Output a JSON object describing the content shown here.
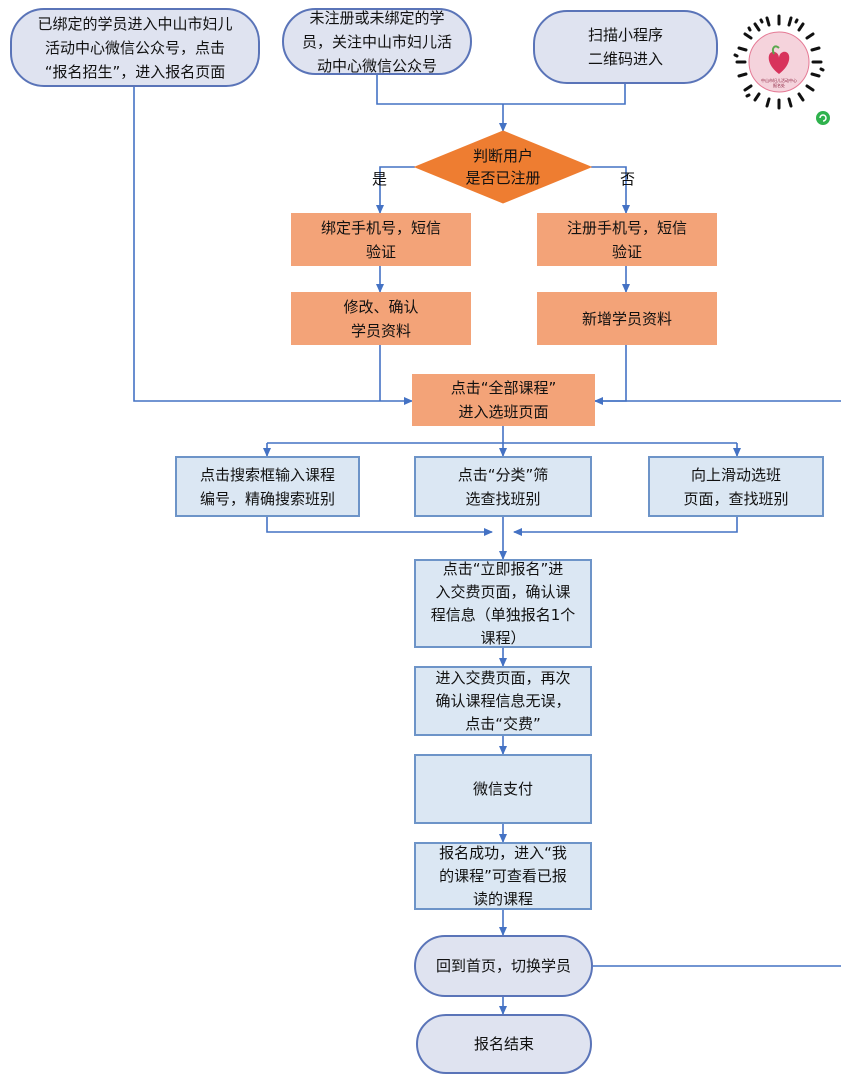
{
  "start": {
    "bound_user": "已绑定的学员进入中山市妇儿\n活动中心微信公众号，点击\n“报名招生”，进入报名页面",
    "unregistered_user": "未注册或未绑定的学\n员，关注中山市妇儿活\n动中心微信公众号",
    "scan_qr": "扫描小程序\n二维码进入"
  },
  "decision": {
    "question": "判断用户\n是否已注册",
    "yes": "是",
    "no": "否"
  },
  "yes_branch": {
    "bind_phone": "绑定手机号，短信\n验证",
    "modify_info": "修改、确认\n学员资料"
  },
  "no_branch": {
    "register_phone": "注册手机号，短信\n验证",
    "add_student": "新增学员资料"
  },
  "all_courses": "点击“全部课程”\n进入选班页面",
  "search_options": {
    "search_box": "点击搜索框输入课程\n编号，精确搜索班别",
    "category_filter": "点击“分类”筛\n选查找班别",
    "scroll_up": "向上滑动选班\n页面，查找班别"
  },
  "steps": {
    "apply_now": "点击“立即报名”进\n入交费页面，确认课\n程信息（单独报名1个\n课程）",
    "confirm_pay": "进入交费页面，再次\n确认课程信息无误，\n点击“交费”",
    "wechat_pay": "微信支付",
    "success": "报名成功，进入“我\n的课程”可查看已报\n读的课程"
  },
  "end": {
    "back_home": "回到首页，切换学员",
    "finish": "报名结束"
  },
  "qr_code": {
    "icon": "mini-program-qr-code",
    "center_text": "中山市妇儿活动中心\n报名处"
  },
  "colors": {
    "pill_fill": "#dfe3f0",
    "pill_border": "#5a74b8",
    "orange": "#f3a378",
    "decision": "#ee7d31",
    "step_fill": "#dbe7f3",
    "line": "#4472c4"
  }
}
